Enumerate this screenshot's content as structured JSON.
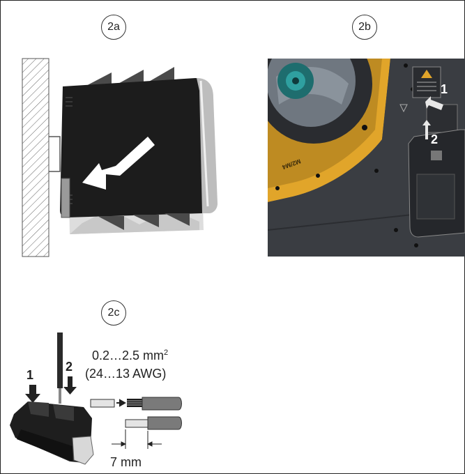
{
  "panels": {
    "a": {
      "label": "2a"
    },
    "b": {
      "label": "2b",
      "step1": "1",
      "step2": "2",
      "plate_text": "M2/M4"
    },
    "c": {
      "label": "2c",
      "step1": "1",
      "step2": "2",
      "wire_range": "0.2…2.5 mm",
      "wire_range_sup": "2",
      "awg_range": "(24…13 AWG)",
      "strip_length": "7 mm"
    }
  }
}
